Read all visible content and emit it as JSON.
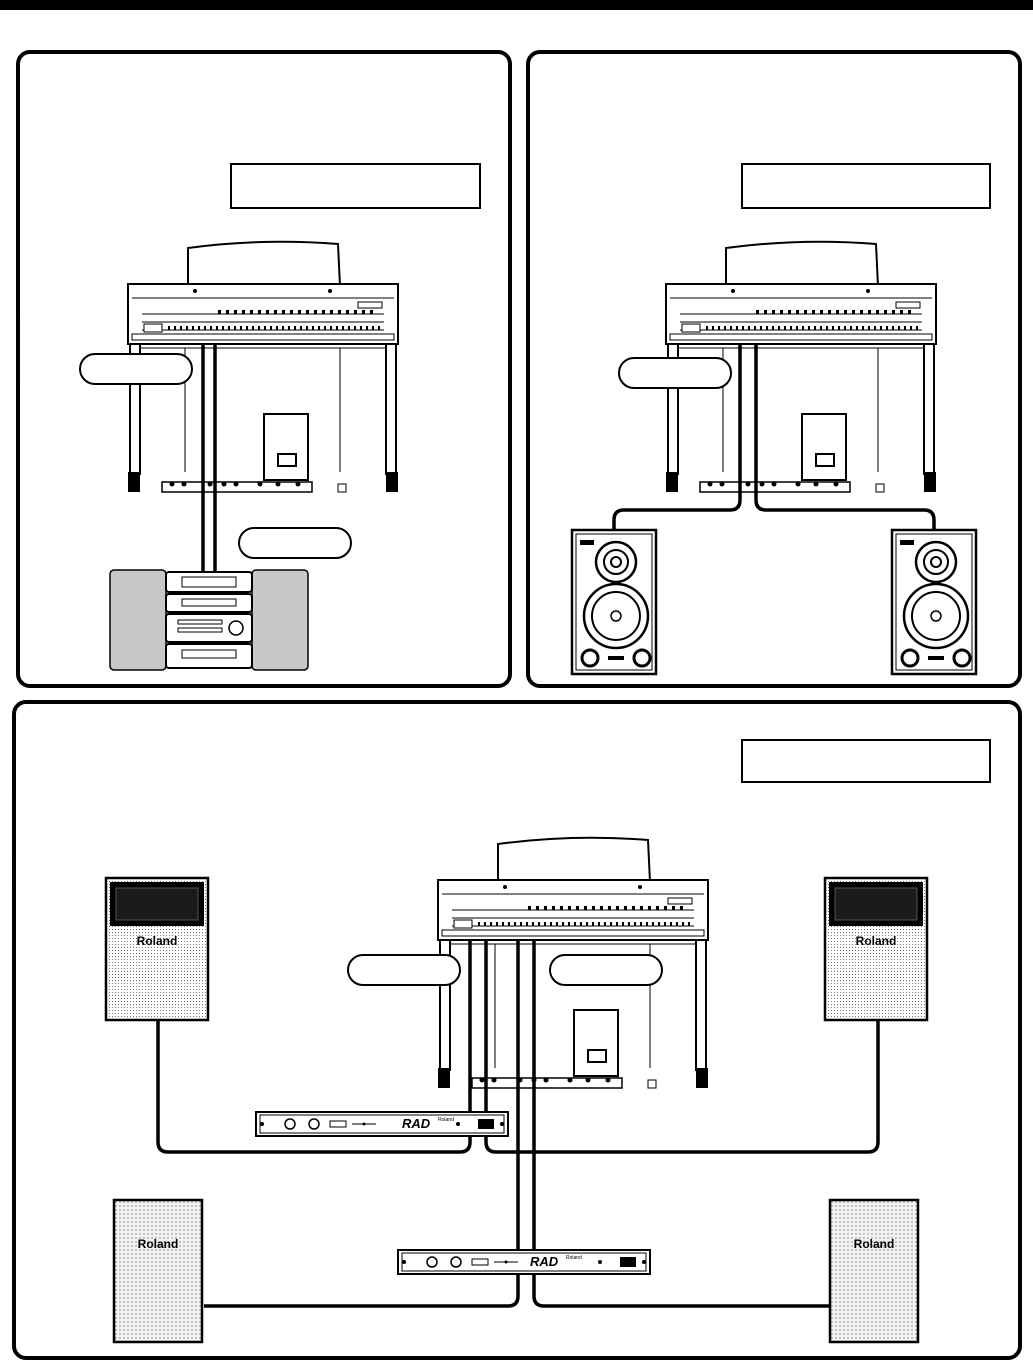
{
  "brand": {
    "speaker_brand": "Roland",
    "processor_brand": "RAD",
    "processor_sub": "Roland"
  },
  "colors": {
    "line": "#000000",
    "panel_border": "#000000",
    "label_fill": "#ffffff",
    "stereo_gray": "#c8c8c8",
    "monitor_black": "#000000"
  },
  "panels": {
    "home_stereo": {
      "caption": ""
    },
    "monitor_speakers": {
      "caption": ""
    },
    "pa_system": {
      "caption": ""
    }
  },
  "icons": [
    "organ-icon",
    "stereo-system-icon",
    "monitor-speaker-icon",
    "pa-speaker-icon",
    "rack-amplifier-icon"
  ]
}
